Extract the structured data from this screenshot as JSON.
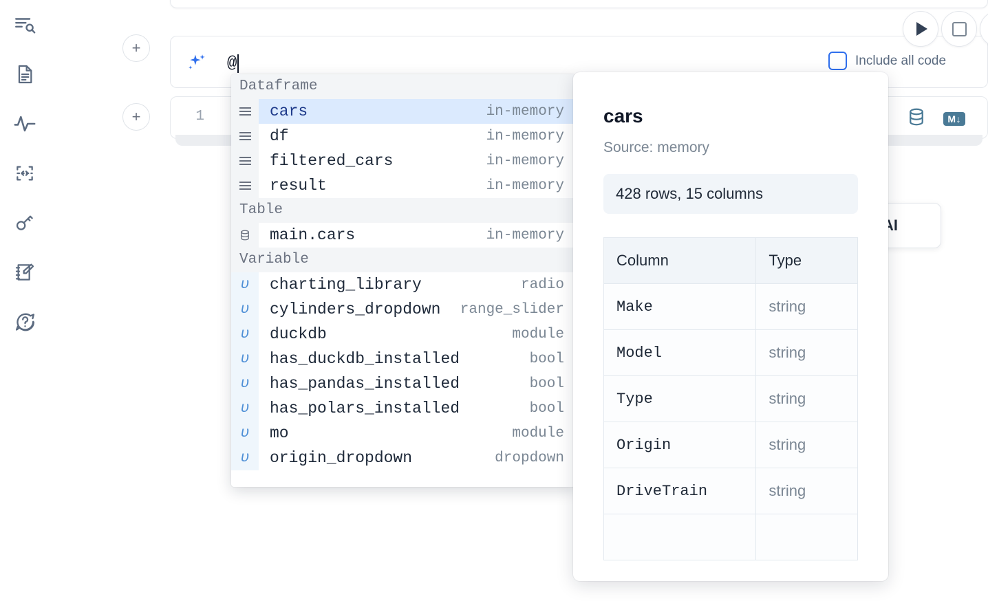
{
  "rail": {
    "items": [
      {
        "name": "explore-icon",
        "label": "Explore"
      },
      {
        "name": "file-icon",
        "label": "Files"
      },
      {
        "name": "activity-icon",
        "label": "Activity"
      },
      {
        "name": "snippets-icon",
        "label": "Snippets"
      },
      {
        "name": "secrets-icon",
        "label": "Secrets"
      },
      {
        "name": "scratchpad-icon",
        "label": "Scratchpad"
      },
      {
        "name": "help-icon",
        "label": "Help"
      }
    ]
  },
  "toolbar": {
    "add_label": "+",
    "run_label": "Run",
    "stop_label": "Stop",
    "include_all_code_label": "Include all code",
    "include_all_code_checked": false,
    "accent_color": "#2f6fed"
  },
  "prompt": {
    "value": "@",
    "icon": "sparkle-icon"
  },
  "cell": {
    "line_number": "1",
    "database_icon": "database-icon",
    "markdown_badge": "M↓"
  },
  "ai_pill": {
    "label": "AI"
  },
  "autocomplete": {
    "groups": [
      {
        "label": "Dataframe",
        "icon": "dataframe-icon",
        "items": [
          {
            "name": "cars",
            "type": "in-memory",
            "selected": true
          },
          {
            "name": "df",
            "type": "in-memory",
            "selected": false
          },
          {
            "name": "filtered_cars",
            "type": "in-memory",
            "selected": false
          },
          {
            "name": "result",
            "type": "in-memory",
            "selected": false
          }
        ]
      },
      {
        "label": "Table",
        "icon": "table-icon",
        "items": [
          {
            "name": "main.cars",
            "type": "in-memory",
            "selected": false
          }
        ]
      },
      {
        "label": "Variable",
        "icon": "variable-icon",
        "items": [
          {
            "name": "charting_library",
            "type": "radio",
            "selected": false
          },
          {
            "name": "cylinders_dropdown",
            "type": "range_slider",
            "selected": false
          },
          {
            "name": "duckdb",
            "type": "module",
            "selected": false
          },
          {
            "name": "has_duckdb_installed",
            "type": "bool",
            "selected": false
          },
          {
            "name": "has_pandas_installed",
            "type": "bool",
            "selected": false
          },
          {
            "name": "has_polars_installed",
            "type": "bool",
            "selected": false
          },
          {
            "name": "mo",
            "type": "module",
            "selected": false
          },
          {
            "name": "origin_dropdown",
            "type": "dropdown",
            "selected": false
          }
        ]
      }
    ]
  },
  "doc": {
    "title": "cars",
    "source": "Source: memory",
    "shape": "428 rows, 15 columns",
    "table": {
      "headers": [
        "Column",
        "Type"
      ],
      "rows": [
        [
          "Make",
          "string"
        ],
        [
          "Model",
          "string"
        ],
        [
          "Type",
          "string"
        ],
        [
          "Origin",
          "string"
        ],
        [
          "DriveTrain",
          "string"
        ]
      ]
    }
  }
}
